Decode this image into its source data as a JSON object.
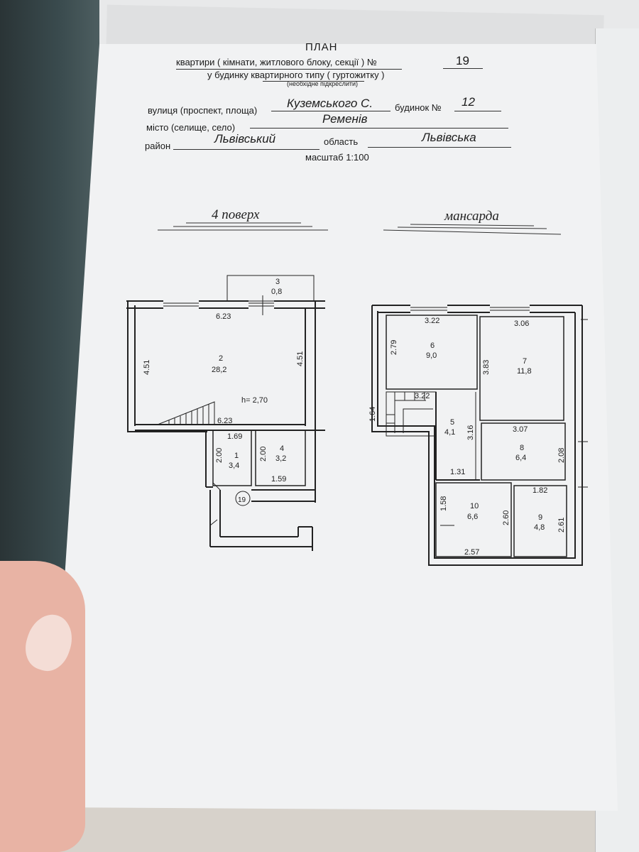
{
  "header": {
    "title": "ПЛАН",
    "line1_prefix": "квартири ( кімнати, житлового блоку, секції ) №",
    "apartment_number": "19",
    "line2": "у будинку квартирного типу ( гуртожитку )",
    "line2_note": "(необхідне підкреслити)",
    "street_label": "вулиця (проспект, площа)",
    "street_value": "Куземського С.",
    "building_label": "будинок №",
    "building_value": "12",
    "city_label": "місто (селище, село)",
    "city_value": "Ременів",
    "district_label": "район",
    "district_value": "Львівський",
    "region_label": "область",
    "region_value": "Львівська",
    "scale": "масштаб 1:100"
  },
  "floors": {
    "left_title": "4 поверх",
    "right_title": "мансарда"
  },
  "floor4": {
    "balcony_num": "3",
    "balcony_area": "0,8",
    "width_top": "6.23",
    "left_h": "4.51",
    "right_h": "4.51",
    "room2_num": "2",
    "room2_area": "28,2",
    "height": "h= 2,70",
    "width_bottom": "6.23",
    "corridor_w": "1.69",
    "room1_h": "2.00",
    "room1_num": "1",
    "room1_area": "3,4",
    "room4_h": "2.00",
    "room4_num": "4",
    "room4_area": "3,2",
    "room4_w": "1.59",
    "apt_circle": "19"
  },
  "attic": {
    "r6_w": "3.22",
    "r6_h": "2.79",
    "r6_num": "6",
    "r6_area": "9,0",
    "r7_w": "3.06",
    "r7_h": "3.83",
    "r7_num": "7",
    "r7_area": "11,8",
    "stair_w": "3.22",
    "stair_h": "1.64",
    "r5_num": "5",
    "r5_area": "4,1",
    "r5_h": "3.16",
    "r8_w": "3.07",
    "r8_num": "8",
    "r8_area": "6,4",
    "r8_h": "2.08",
    "r5_w": "1.31",
    "r9_w": "1.82",
    "r10_h": "1.58",
    "r10_num": "10",
    "r10_area": "6,6",
    "r10_h2": "2.60",
    "r9_num": "9",
    "r9_area": "4,8",
    "r9_h": "2.61",
    "r10_w": "2.57"
  }
}
